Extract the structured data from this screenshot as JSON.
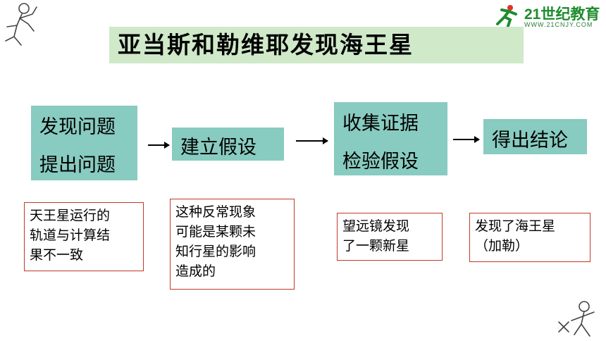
{
  "slide_title": "亚当斯和勒维耶发现海王星",
  "logo": {
    "brand": "21世纪教育",
    "url": "WWW.21CNJY.COM"
  },
  "steps": [
    {
      "lines": [
        "发现问题",
        "提出问题"
      ]
    },
    {
      "lines": [
        "建立假设"
      ]
    },
    {
      "lines": [
        "收集证据",
        "检验假设"
      ]
    },
    {
      "lines": [
        "得出结论"
      ]
    }
  ],
  "notes": [
    {
      "lines": [
        "天王星运行的",
        "轨道与计算结",
        "果不一致"
      ]
    },
    {
      "lines": [
        "这种反常现象",
        "可能是某颗未",
        "知行星的影响",
        "造成的"
      ]
    },
    {
      "lines": [
        "望远镜发现",
        "了一颗新星"
      ]
    },
    {
      "lines": [
        "发现了海王星",
        "（加勒）"
      ]
    }
  ],
  "colors": {
    "title_bg": "#cfe9c9",
    "step_bg": "#88cbc0",
    "note_border": "#c0392b",
    "logo_green": "#1e8c2e"
  }
}
